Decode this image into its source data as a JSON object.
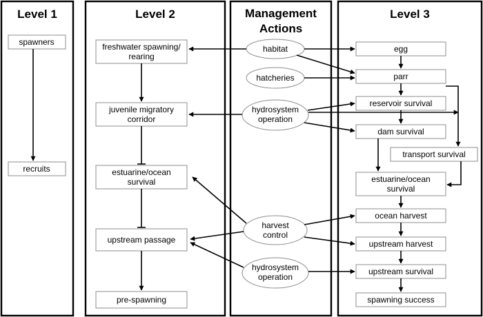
{
  "panels": {
    "level1": "Level 1",
    "level2": "Level 2",
    "management": [
      "Management",
      "Actions"
    ],
    "level3": "Level 3"
  },
  "level1": {
    "spawners": "spawners",
    "recruits": "recruits"
  },
  "level2": {
    "freshwater": [
      "freshwater spawning/",
      "rearing"
    ],
    "juvenile": [
      "juvenile migratory",
      "corridor"
    ],
    "estuarine": [
      "estuarine/ocean",
      "survival"
    ],
    "upstream_passage": "upstream passage",
    "pre_spawning": "pre-spawning"
  },
  "actions": {
    "habitat": "habitat",
    "hatcheries": "hatcheries",
    "hydrosystem_1": [
      "hydrosystem",
      "operation"
    ],
    "harvest": [
      "harvest",
      "control"
    ],
    "hydrosystem_2": [
      "hydrosystem",
      "operation"
    ]
  },
  "level3": {
    "egg": "egg",
    "parr": "parr",
    "reservoir": "reservoir survival",
    "dam": "dam survival",
    "transport": "transport survival",
    "estuarine": [
      "estuarine/ocean",
      "survival"
    ],
    "ocean_harvest": "ocean harvest",
    "upstream_harvest": "upstream harvest",
    "upstream_survival": "upstream survival",
    "spawning_success": "spawning success"
  }
}
